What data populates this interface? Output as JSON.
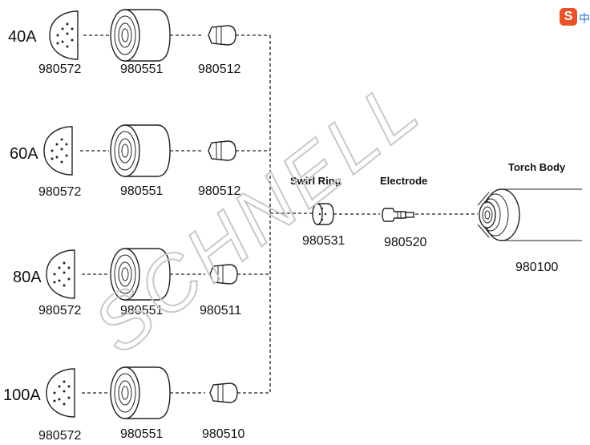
{
  "rows": [
    {
      "amp": "40A",
      "nozzle": "980572",
      "shield": "980551",
      "tip": "980512"
    },
    {
      "amp": "60A",
      "nozzle": "980572",
      "shield": "980551",
      "tip": "980512"
    },
    {
      "amp": "80A",
      "nozzle": "980572",
      "shield": "980551",
      "tip": "980511"
    },
    {
      "amp": "100A",
      "nozzle": "980572",
      "shield": "980551",
      "tip": "980510"
    }
  ],
  "shared": {
    "swirl_ring": {
      "title": "Swirl Ring",
      "part": "980531"
    },
    "electrode": {
      "title": "Electrode",
      "part": "980520"
    },
    "torch_body": {
      "title": "Torch Body",
      "part": "980100"
    }
  },
  "watermark": "SCHNELL",
  "badge": {
    "letter": "S",
    "glyph": "中"
  }
}
